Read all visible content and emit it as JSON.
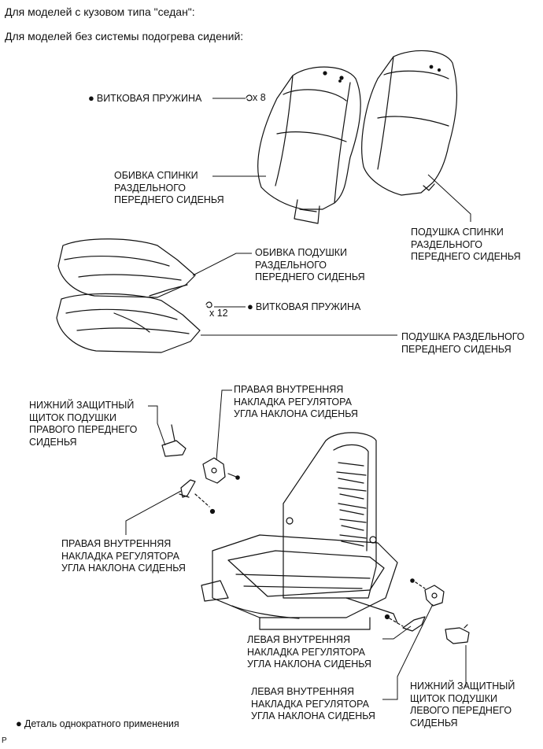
{
  "header": {
    "line1": "Для моделей с кузовом типа \"седан\":",
    "line2": "Для моделей без системы подогрева сидений:"
  },
  "labels": {
    "spring_top": "ВИТКОВАЯ ПРУЖИНА",
    "spring_top_count": "x 8",
    "back_cover": "ОБИВКА СПИНКИ\nРАЗДЕЛЬНОГО\nПЕРЕДНЕГО СИДЕНЬЯ",
    "back_pad": "ПОДУШКА СПИНКИ\nРАЗДЕЛЬНОГО\nПЕРЕДНЕГО СИДЕНЬЯ",
    "cushion_cover": "ОБИВКА ПОДУШКИ\nРАЗДЕЛЬНОГО\nПЕРЕДНЕГО СИДЕНЬЯ",
    "spring_mid_count": "x 12",
    "spring_mid": "ВИТКОВАЯ ПРУЖИНА",
    "cushion_pad": "ПОДУШКА РАЗДЕЛЬНОГО\nПЕРЕДНЕГО СИДЕНЬЯ",
    "shield_right": "НИЖНИЙ ЗАЩИТНЫЙ\nЩИТОК ПОДУШКИ\nПРАВОГО ПЕРЕДНЕГО\nСИДЕНЬЯ",
    "recliner_right_inner_top": "ПРАВАЯ ВНУТРЕННЯЯ\nНАКЛАДКА РЕГУЛЯТОРА\nУГЛА НАКЛОНА СИДЕНЬЯ",
    "recliner_right_inner_bottom": "ПРАВАЯ ВНУТРЕННЯЯ\nНАКЛАДКА РЕГУЛЯТОРА\nУГЛА НАКЛОНА СИДЕНЬЯ",
    "recliner_left_inner_1": "ЛЕВАЯ ВНУТРЕННЯЯ\nНАКЛАДКА РЕГУЛЯТОРА\nУГЛА НАКЛОНА СИДЕНЬЯ",
    "recliner_left_inner_2": "ЛЕВАЯ ВНУТРЕННЯЯ\nНАКЛАДКА РЕГУЛЯТОРА\nУГЛА НАКЛОНА СИДЕНЬЯ",
    "shield_left": "НИЖНИЙ ЗАЩИТНЫЙ\nЩИТОК ПОДУШКИ\nЛЕВОГО ПЕРЕДНЕГО\nСИДЕНЬЯ"
  },
  "legend": {
    "text": "Деталь однократного применения"
  },
  "footer": {
    "code": "P"
  }
}
